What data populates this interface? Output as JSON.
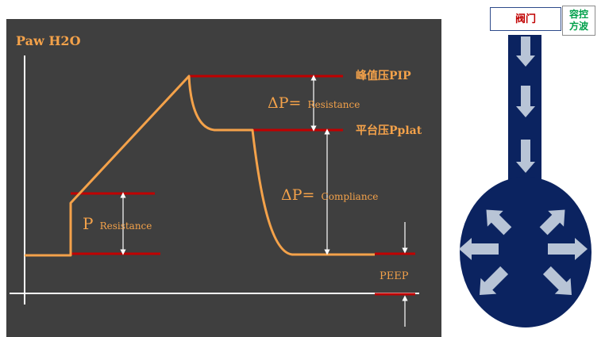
{
  "diagram": {
    "y_axis_label": "Paw H2O",
    "pip_label": "峰值压PIP",
    "pplat_label": "平台压Pplat",
    "peep_label": "PEEP",
    "delta_resistance": {
      "prefix": "ΔP=",
      "word": "Resistance"
    },
    "delta_compliance": {
      "prefix": "ΔP=",
      "word": "Compliance"
    },
    "p_resistance": {
      "prefix": "P",
      "word": "Resistance"
    }
  },
  "lung_model": {
    "valve_label": "阀门",
    "mode_label_line1": "容控",
    "mode_label_line2": "方波"
  },
  "colors": {
    "panel_bg": "#3f3f3f",
    "curve": "#f4a24a",
    "text_orange": "#f4a24a",
    "marker_red": "#c00000",
    "axis": "#ffffff",
    "lung_navy": "#0b2360",
    "arrow_light": "#b8c4d6",
    "valve_text": "#c00000",
    "mode_text": "#00a04a"
  }
}
